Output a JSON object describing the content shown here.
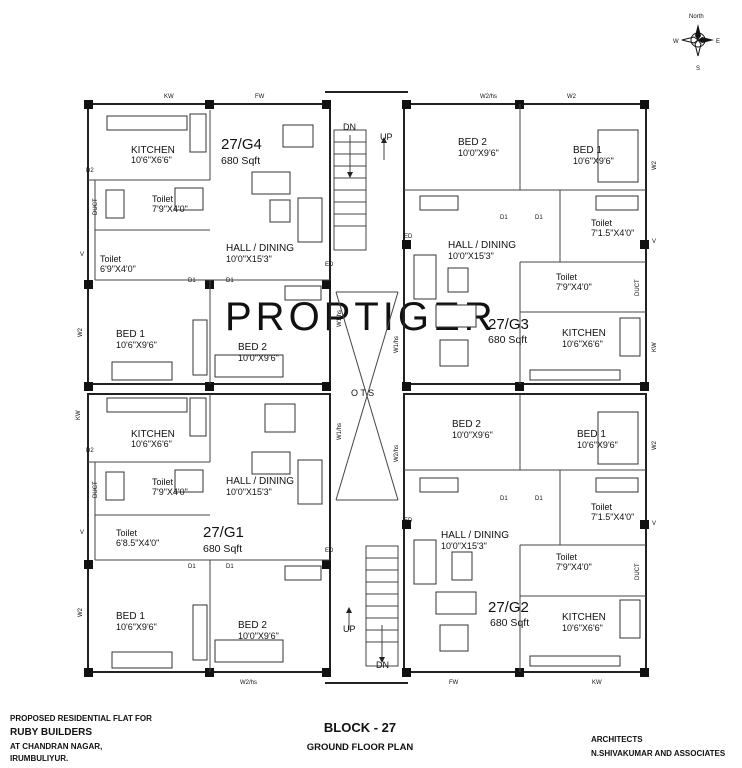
{
  "compass": {
    "north": "North",
    "south": "S",
    "east": "E",
    "west": "W"
  },
  "units": [
    {
      "id": "27/G4",
      "area": "680 Sqft",
      "kitchen": {
        "label": "KITCHEN",
        "size": "10'6\"X6'6\""
      },
      "toilet_a": {
        "label": "Toilet",
        "size": "7'9\"X4'0\""
      },
      "toilet_b": {
        "label": "Toilet",
        "size": "6'9\"X4'0\""
      },
      "hall": {
        "label": "HALL / DINING",
        "size": "10'0\"X15'3\""
      },
      "bed1": {
        "label": "BED 1",
        "size": "10'6\"X9'6\""
      },
      "bed2": {
        "label": "BED 2",
        "size": "10'0\"X9'6\""
      }
    },
    {
      "id": "27/G3",
      "area": "680 Sqft",
      "kitchen": {
        "label": "KITCHEN",
        "size": "10'6\"X6'6\""
      },
      "toilet_a": {
        "label": "Toilet",
        "size": "7'9\"X4'0\""
      },
      "toilet_b": {
        "label": "Toilet",
        "size": "7'1.5\"X4'0\""
      },
      "hall": {
        "label": "HALL / DINING",
        "size": "10'0\"X15'3\""
      },
      "bed1": {
        "label": "BED 1",
        "size": "10'6\"X9'6\""
      },
      "bed2": {
        "label": "BED 2",
        "size": "10'0\"X9'6\""
      }
    },
    {
      "id": "27/G1",
      "area": "680 Sqft",
      "kitchen": {
        "label": "KITCHEN",
        "size": "10'6\"X6'6\""
      },
      "toilet_a": {
        "label": "Toilet",
        "size": "7'9\"X4'0\""
      },
      "toilet_b": {
        "label": "Toilet",
        "size": "6'8.5\"X4'0\""
      },
      "hall": {
        "label": "HALL / DINING",
        "size": "10'0\"X15'3\""
      },
      "bed1": {
        "label": "BED 1",
        "size": "10'6\"X9'6\""
      },
      "bed2": {
        "label": "BED 2",
        "size": "10'0\"X9'6\""
      }
    },
    {
      "id": "27/G2",
      "area": "680 Sqft",
      "kitchen": {
        "label": "KITCHEN",
        "size": "10'6\"X6'6\""
      },
      "toilet_a": {
        "label": "Toilet",
        "size": "7'9\"X4'0\""
      },
      "toilet_b": {
        "label": "Toilet",
        "size": "7'1.5\"X4'0\""
      },
      "hall": {
        "label": "HALL / DINING",
        "size": "10'0\"X15'3\""
      },
      "bed1": {
        "label": "BED 1",
        "size": "10'6\"X9'6\""
      },
      "bed2": {
        "label": "BED 2",
        "size": "10'0\"X9'6\""
      }
    }
  ],
  "core": {
    "ots": "O T S",
    "up": "UP",
    "dn": "DN"
  },
  "codes": {
    "kw": "KW",
    "fw": "FW",
    "w2hs": "W2/hs",
    "w2": "W2",
    "w1hs": "W1/hs",
    "d1": "D1",
    "d2": "D2",
    "ed": "ED",
    "v": "V",
    "duct": "DUCT"
  },
  "watermark": "PROPTIGER",
  "footer": {
    "project_line1": "PROPOSED RESIDENTIAL FLAT FOR",
    "project_line2": "RUBY BUILDERS",
    "project_line3": "AT CHANDRAN NAGAR,",
    "project_line4": "IRUMBULIYUR.",
    "block": "BLOCK - 27",
    "plan_name": "GROUND FLOOR PLAN",
    "architects": "ARCHITECTS",
    "firm": "N.SHIVAKUMAR AND ASSOCIATES"
  }
}
